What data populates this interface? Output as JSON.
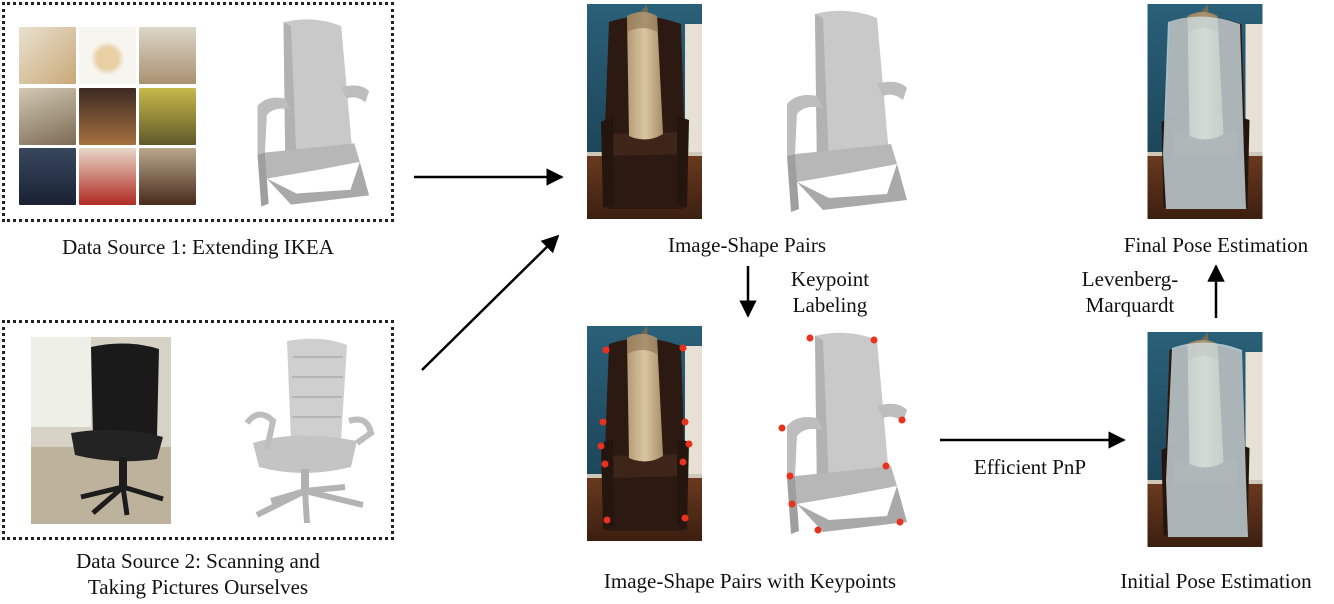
{
  "source1": {
    "caption": "Data Source 1: Extending IKEA"
  },
  "source2": {
    "caption_line1": "Data Source 2: Scanning and",
    "caption_line2": "Taking Pictures Ourselves"
  },
  "pairs": {
    "caption": "Image-Shape Pairs"
  },
  "keypoint_step": {
    "line1": "Keypoint",
    "line2": "Labeling"
  },
  "pairs_kp": {
    "caption": "Image-Shape Pairs with Keypoints"
  },
  "pnp": {
    "label": "Efficient PnP"
  },
  "initial": {
    "caption": "Initial Pose Estimation"
  },
  "lm_step": {
    "line1": "Levenberg-",
    "line2": "Marquardt"
  },
  "final": {
    "caption": "Final Pose Estimation"
  },
  "colors": {
    "keypoint": "#e8321e",
    "wall": "#1f4f66",
    "chair_frame": "#3a2418",
    "fabric": "#c9b28e"
  }
}
